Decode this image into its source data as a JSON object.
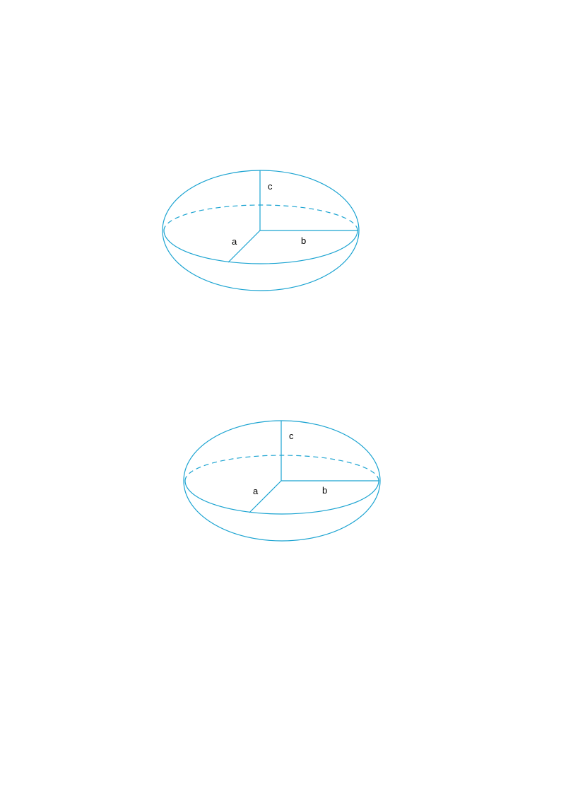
{
  "colors": {
    "line": "#1aa3d1",
    "text": "#000000",
    "background": "#ffffff"
  },
  "diagrams": [
    {
      "labels": {
        "a": "a",
        "b": "b",
        "c": "c"
      }
    },
    {
      "labels": {
        "a": "a",
        "b": "b",
        "c": "c"
      }
    }
  ]
}
